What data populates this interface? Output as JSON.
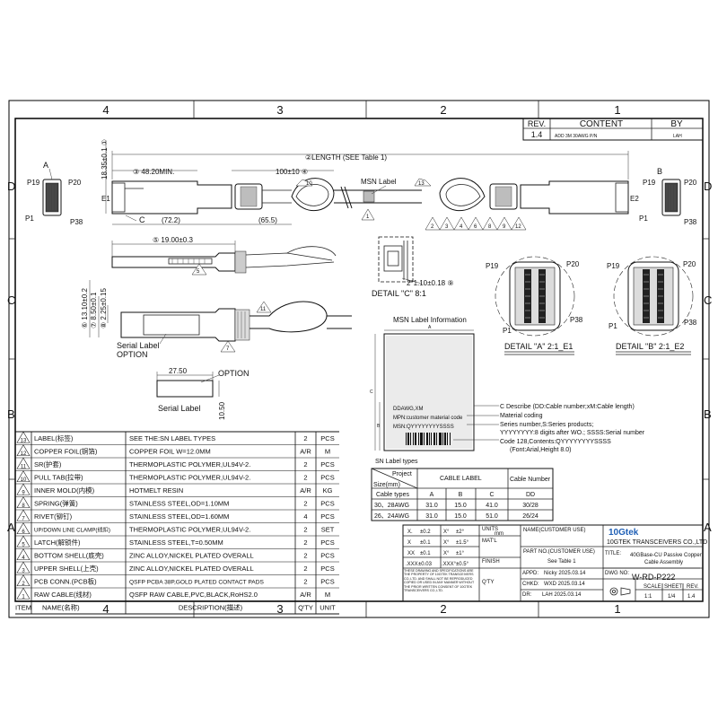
{
  "zones": {
    "top": [
      "4",
      "3",
      "2",
      "1"
    ],
    "bottom": [
      "4",
      "3",
      "2",
      "1"
    ],
    "left": [
      "D",
      "C",
      "B",
      "A"
    ],
    "right": [
      "D",
      "C",
      "B",
      "A"
    ]
  },
  "revision_table": {
    "headers": [
      "REV.",
      "CONTENT",
      "BY"
    ],
    "row": {
      "rev": "1.4",
      "content": "ADD 3M 30AWG P/N",
      "by": "LAH"
    }
  },
  "top_view": {
    "length_label": "②LENGTH (SEE Table 1)",
    "dim_48": "③ 48.20MIN.",
    "dim_100": "100±10 ④",
    "dim_1835": "18.35±0.1 ①",
    "dim_722": "(72.2)",
    "dim_655": "(65.5)",
    "msn_label": "MSN Label",
    "e1": "E1",
    "e2": "E2",
    "c": "C",
    "a": "A",
    "b": "B",
    "p19_l": "P19",
    "p20_l": "P20",
    "p1_l": "P1",
    "p38_l": "P38",
    "p19_r": "P19",
    "p20_r": "P20",
    "p1_r": "P1",
    "p38_r": "P38",
    "balloons_left": [
      "10",
      "1"
    ],
    "balloons_right": [
      "13",
      "2",
      "3",
      "4",
      "6",
      "8",
      "9",
      "12"
    ]
  },
  "side_view": {
    "dim_19": "⑤ 19.00±0.3",
    "dim_1310": "⑥ 13.10±0.2",
    "dim_850": "⑦ 8.50±0.1",
    "dim_225": "⑧ 2.25±0.15",
    "serial_label": "Serial Label",
    "option": "OPTION",
    "balloons": [
      "5",
      "11",
      "7"
    ]
  },
  "detail_c": {
    "dim": "2*1.10±0.18 ⑨",
    "caption": "DETAIL \"C\" 8:1"
  },
  "detail_a": {
    "caption": "DETAIL \"A\" 2:1_E1",
    "p19": "P19",
    "p20": "P20",
    "p1": "P1",
    "p38": "P38"
  },
  "detail_b": {
    "caption": "DETAIL \"B\" 2:1_E2",
    "p19": "P19",
    "p20": "P20",
    "p1": "P1",
    "p38": "P38"
  },
  "serial_label_box": {
    "dim_w": "27.50",
    "dim_h": "10.50",
    "option": "OPTION",
    "caption": "Serial Label"
  },
  "msn_info": {
    "title": "MSN Label Information",
    "line1": "DDAWG,XM",
    "line2": "MPN:customer material code",
    "line3": "MSN:QYYYYYYYYSSSS",
    "dim_a": "A",
    "dim_b": "B",
    "dim_c": "C",
    "notes": [
      "C Describe (DD:Cable number;xM:Cable length)",
      "Material coding",
      "Series number,S:Series products;",
      "YYYYYYYY:8 digits after WO.; SSSS:Serial number",
      "Code 128,Contents:QYYYYYYYYSSSS",
      "(Font:Arial,Height 8.0)"
    ]
  },
  "sn_types": {
    "title": "SN Label types",
    "project": "Project",
    "size": "Size(mm)",
    "cable_label": "CABLE LABEL",
    "cable_number": "Cable Number",
    "cable_types": "Cable types",
    "cols": [
      "A",
      "B",
      "C",
      "DD"
    ],
    "rows": [
      {
        "type": "30、28AWG",
        "a": "31.0",
        "b": "15.0",
        "c": "41.0",
        "dd": "30/28"
      },
      {
        "type": "26、24AWG",
        "a": "31.0",
        "b": "15.0",
        "c": "51.0",
        "dd": "26/24"
      }
    ]
  },
  "bom": {
    "header": {
      "item": "ITEM",
      "name": "NAME(名称)",
      "desc": "DESCRIPTION(描述)",
      "qty": "Q'TY",
      "unit": "UNIT"
    },
    "rows": [
      {
        "item": "13",
        "name": "LABEL(标签)",
        "desc": "SEE THE:SN LABEL TYPES",
        "qty": "2",
        "unit": "PCS"
      },
      {
        "item": "12",
        "name": "COPPER FOIL(铜箔)",
        "desc": "COPPER FOIL W=12.0MM",
        "qty": "A/R",
        "unit": "M"
      },
      {
        "item": "11",
        "name": "SR(护套)",
        "desc": "THERMOPLASTIC POLYMER,UL94V-2.",
        "qty": "2",
        "unit": "PCS"
      },
      {
        "item": "10",
        "name": "PULL TAB(拉带)",
        "desc": "THERMOPLASTIC POLYMER,UL94V-2.",
        "qty": "2",
        "unit": "PCS"
      },
      {
        "item": "9",
        "name": "INNER MOLD(内模)",
        "desc": "HOTMELT RESIN",
        "qty": "A/R",
        "unit": "KG"
      },
      {
        "item": "8",
        "name": "SPRING(弹簧)",
        "desc": "STAINLESS STEEL,OD=1.10MM",
        "qty": "2",
        "unit": "PCS"
      },
      {
        "item": "7",
        "name": "RIVET(铆钉)",
        "desc": "STAINLESS STEEL,OD=1.60MM",
        "qty": "4",
        "unit": "PCS"
      },
      {
        "item": "6",
        "name": "UP/DOWN LINE CLAMP(线扣)",
        "desc": "THERMOPLASTIC POLYMER,UL94V-2.",
        "qty": "2",
        "unit": "SET"
      },
      {
        "item": "5",
        "name": "LATCH(解锁件)",
        "desc": "STAINLESS STEEL,T=0.50MM",
        "qty": "2",
        "unit": "PCS"
      },
      {
        "item": "4",
        "name": "BOTTOM SHELL(底壳)",
        "desc": "ZINC ALLOY,NICKEL PLATED OVERALL",
        "qty": "2",
        "unit": "PCS"
      },
      {
        "item": "3",
        "name": "UPPER SHELL(上壳)",
        "desc": "ZINC ALLOY,NICKEL PLATED OVERALL",
        "qty": "2",
        "unit": "PCS"
      },
      {
        "item": "2",
        "name": "PCB CONN.(PCB板)",
        "desc": "QSFP PCBA 38P,GOLD PLATED CONTACT PADS",
        "qty": "2",
        "unit": "PCS"
      },
      {
        "item": "1",
        "name": "RAW CABLE(线材)",
        "desc": "QSFP RAW CABLE,PVC,BLACK,RoHS2.0",
        "qty": "A/R",
        "unit": "M"
      }
    ]
  },
  "title_block": {
    "tol": [
      [
        "X.",
        "±0.2",
        "X°",
        "±2°"
      ],
      [
        "X",
        "±0.1",
        "X°",
        "±1.5°"
      ],
      [
        "XX",
        "±0.1",
        "X°",
        "±1°"
      ],
      [
        ".XXX",
        "±0.03",
        ".XXX°",
        "±0.5°"
      ]
    ],
    "units": "UNITS",
    "mm": "mm",
    "matl": "MAT'L",
    "finish": "FINISH",
    "qty": "Q'TY",
    "disclaimer": "THESE DRAWING AND SPECIFICATIONS ARE THE PROPERTY OF 10GTEK TRANSCEIVERS CO.,LTD. AND SHALL NOT BE REPRODUCED COPIED OR USED IN ANY MANNER WITHOUT THE PRIOR WRITTEN CONSENT OF 10GTEK TRANSCEIVERS CO.,LTD.",
    "name_label": "NAME(CUSTOMER USE)",
    "part_no_label": "PART NO.(CUSTOMER USE)",
    "part_no_value": "See Table 1",
    "appd": "APPD:",
    "appd_value": "Nicky 2025.03.14",
    "chkd": "CHKD:",
    "chkd_value": "WXD 2025.03.14",
    "dr": "DR:",
    "dr_value": "LAH  2025.03.14",
    "logo": "10Gtek",
    "company": "10GTEK TRANSCEIVERS CO.,LTD",
    "title_label": "TITLE:",
    "title_value_1": "40GBase-CU Passive Copper",
    "title_value_2": "Cable Assembly",
    "dwg_label": "DWG NO:",
    "dwg_value": "W-RD-P222",
    "scale_label": "SCALE",
    "sheet_label": "SHEET",
    "rev_label": "REV.",
    "scale_value": "1:1",
    "sheet_value": "1/4",
    "rev_value": "1.4"
  }
}
